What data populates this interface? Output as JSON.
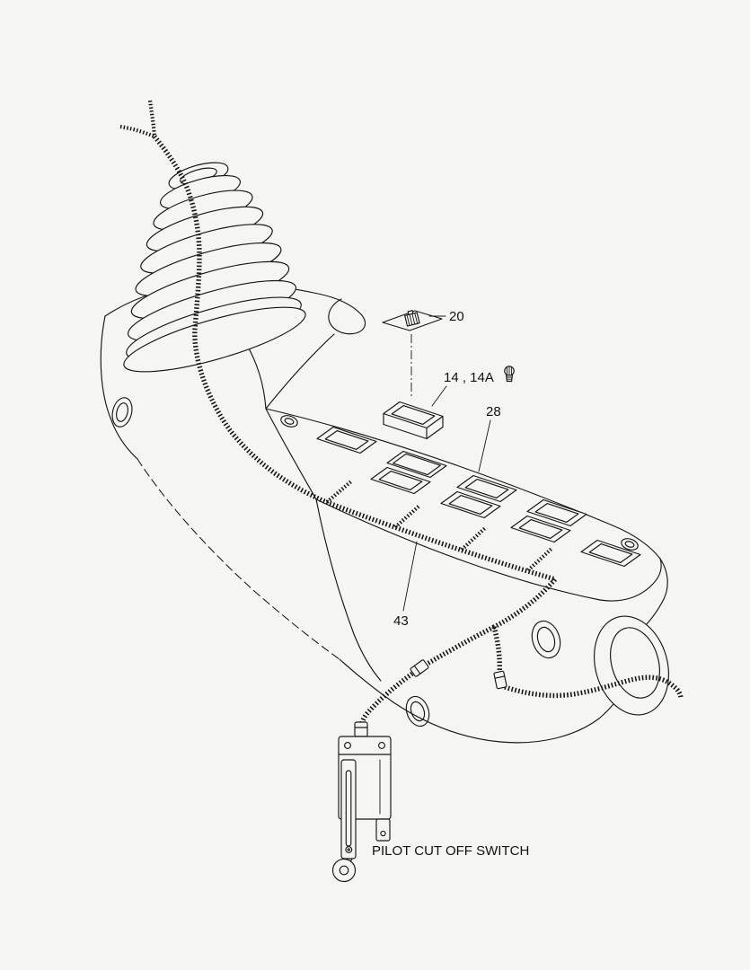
{
  "page": {
    "background": "#f5f6f4",
    "line_color": "#161616"
  },
  "diagram": {
    "kind": "exploded-parts-line-drawing",
    "callouts": {
      "part20": "20",
      "part14": "14 , 14A",
      "part28": "28",
      "part43": "43",
      "pilot_switch": "PILOT CUT OFF SWITCH"
    },
    "icons": {
      "bulb": "bulb-icon"
    }
  }
}
